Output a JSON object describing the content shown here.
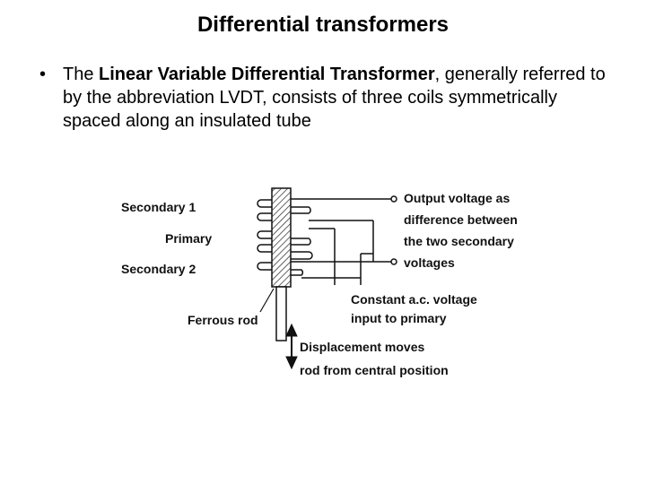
{
  "slide": {
    "title": "Differential transformers",
    "bullet": {
      "prefix": "The ",
      "bold": "Linear Variable Differential Transformer",
      "rest": ", generally referred to by the abbreviation LVDT, consists of three coils symmetrically spaced along an insulated tube"
    }
  },
  "diagram": {
    "labels": {
      "secondary1": "Secondary 1",
      "primary": "Primary",
      "secondary2": "Secondary 2",
      "ferrous_rod": "Ferrous rod",
      "output_line1": "Output voltage as",
      "output_line2": "difference between",
      "output_line3": "the two secondary",
      "output_line4": "voltages",
      "constant_line1": "Constant a.c. voltage",
      "constant_line2": "input to primary",
      "displacement_line1": "Displacement moves",
      "displacement_line2": "rod from central position"
    }
  }
}
